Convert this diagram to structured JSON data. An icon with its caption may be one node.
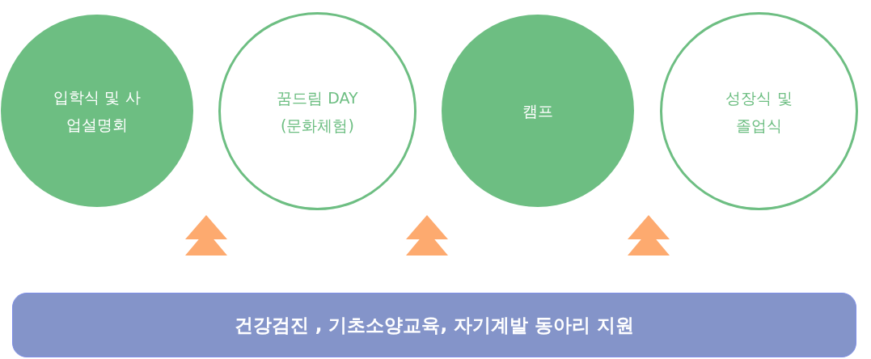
{
  "diagram": {
    "nodes": [
      {
        "text": [
          "입학식 및 사업설명회"
        ]
      },
      {
        "text": [
          "꿈드림 DAY (문화체험)"
        ]
      },
      {
        "text": [
          "캠프"
        ]
      },
      {
        "text": [
          "성장식 및 졸업식"
        ]
      },
      {
        "text": [
          "건강검진 , 기초소양교육, 자기계발 동아리 지원"
        ]
      }
    ]
  }
}
